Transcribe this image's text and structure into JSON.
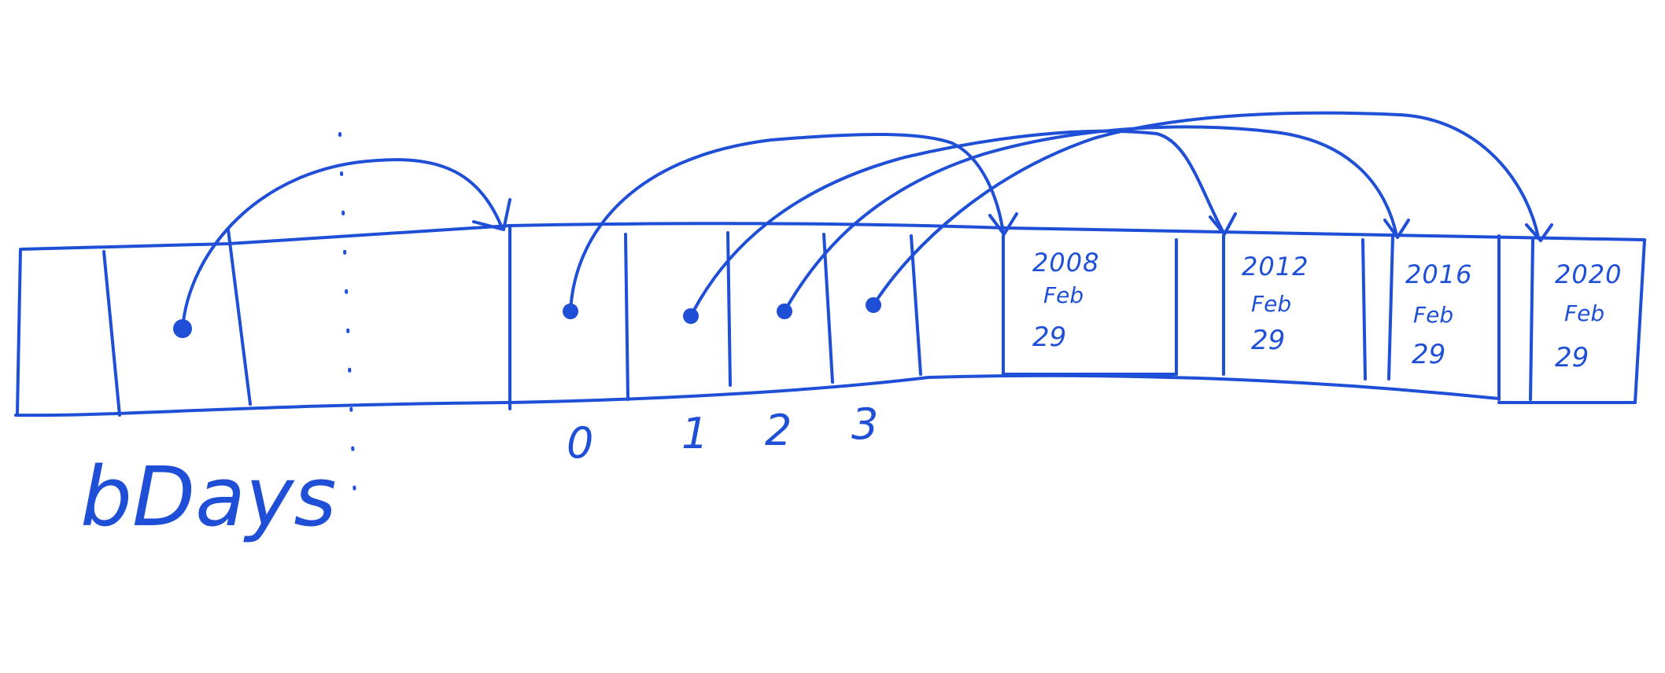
{
  "colors": {
    "ink": "#1f4fd6",
    "background": "#ffffff"
  },
  "array_label": "bDays",
  "indices": [
    "0",
    "1",
    "2",
    "3"
  ],
  "date_cells": [
    {
      "year": "2008",
      "month": "Feb",
      "day": "29"
    },
    {
      "year": "2012",
      "month": "Feb",
      "day": "29"
    },
    {
      "year": "2016",
      "month": "Feb",
      "day": "29"
    },
    {
      "year": "2020",
      "month": "Feb",
      "day": "29"
    }
  ]
}
